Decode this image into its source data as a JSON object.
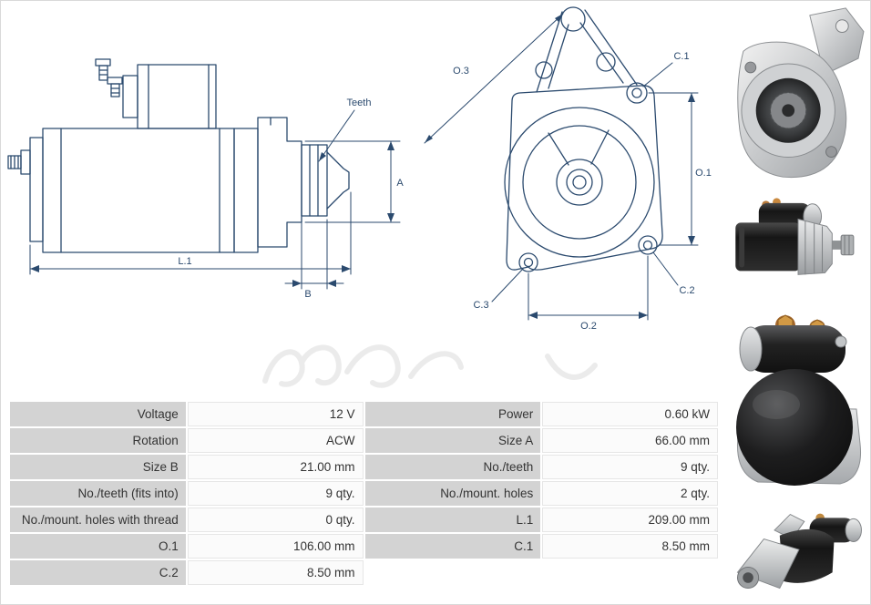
{
  "colors": {
    "drawing_line": "#2b4a6e",
    "table_label_bg": "#d3d3d3",
    "table_value_bg": "#fbfbfb",
    "table_text": "#333333",
    "page_border": "#d9d9d9"
  },
  "side_drawing": {
    "teeth_label": "Teeth",
    "dim_a": "A",
    "dim_l1": "L.1",
    "dim_b": "B"
  },
  "front_drawing": {
    "dim_o3": "O.3",
    "dim_c1": "C.1",
    "dim_o1": "O.1",
    "dim_c2": "C.2",
    "dim_c3": "C.3",
    "dim_o2": "O.2"
  },
  "photos": [
    {
      "name": "starter-front-view"
    },
    {
      "name": "starter-side-view"
    },
    {
      "name": "starter-rear-view"
    },
    {
      "name": "starter-angled-view"
    }
  ],
  "spec_table": {
    "rows": [
      {
        "label_left": "Voltage",
        "value_left": "12 V",
        "label_right": "Power",
        "value_right": "0.60 kW"
      },
      {
        "label_left": "Rotation",
        "value_left": "ACW",
        "label_right": "Size A",
        "value_right": "66.00 mm"
      },
      {
        "label_left": "Size B",
        "value_left": "21.00 mm",
        "label_right": "No./teeth",
        "value_right": "9 qty."
      },
      {
        "label_left": "No./teeth (fits into)",
        "value_left": "9 qty.",
        "label_right": "No./mount. holes",
        "value_right": "2 qty."
      },
      {
        "label_left": "No./mount. holes with thread",
        "value_left": "0 qty.",
        "label_right": "L.1",
        "value_right": "209.00 mm"
      },
      {
        "label_left": "O.1",
        "value_left": "106.00 mm",
        "label_right": "C.1",
        "value_right": "8.50 mm"
      },
      {
        "label_left": "C.2",
        "value_left": "8.50 mm",
        "label_right": "",
        "value_right": ""
      }
    ]
  }
}
